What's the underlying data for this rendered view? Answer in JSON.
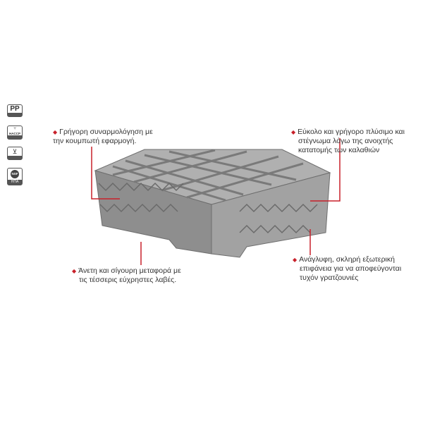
{
  "badges": [
    {
      "label": "PP",
      "icon": "pp-plastic-icon"
    },
    {
      "label": "HACCP",
      "icon": "haccp-icon"
    },
    {
      "label": "",
      "icon": "food-safe-icon"
    },
    {
      "label": "NSF",
      "sub": "ΗΠΑ",
      "icon": "nsf-icon"
    }
  ],
  "callouts": {
    "top_left": [
      "Γρήγορη συναρμολόγηση με",
      "την κουμπωτή εφαρμογή."
    ],
    "top_right": [
      "Εύκολο και γρήγορο πλύσιμο και",
      "στέγνωμα λόγω της ανοιχτής",
      "κατατομής των καλαθιών"
    ],
    "bottom_left": [
      "Άνετη και σίγουρη μεταφορά με",
      "τις τέσσερις εύχρηστες λαβές."
    ],
    "bottom_right": [
      "Ανάγλυφη, σκληρή εξωτερική",
      "επιφάνεια για να αποφεύγονται",
      "τυχόν γρατζουνιές"
    ]
  },
  "colors": {
    "accent": "#c8202a",
    "rack": "#9a9a9a"
  }
}
